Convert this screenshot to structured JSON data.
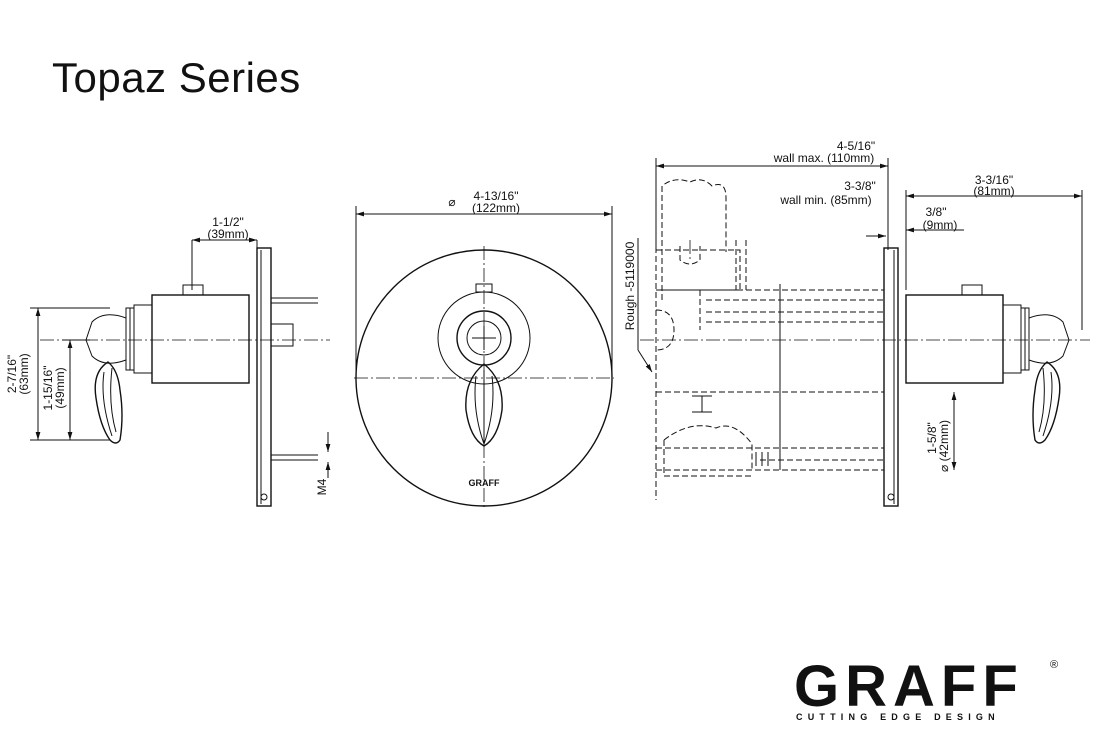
{
  "title": "Topaz Series",
  "dimensions": {
    "side_top_width": "1-1/2\"",
    "side_top_width_mm": "(39mm)",
    "side_total_height": "2-7/16\"",
    "side_total_height_mm": "(63mm)",
    "side_lower_height": "1-15/16\"",
    "side_lower_height_mm": "(49mm)",
    "thread": "M4",
    "front_diameter_symbol": "⌀",
    "front_diameter": "4-13/16\"",
    "front_diameter_mm": "(122mm)",
    "rough_label": "Rough -5119000",
    "wall_max": "4-5/16\"",
    "wall_max_label": "wall max. (110mm)",
    "wall_min": "3-3/8\"",
    "wall_min_label": "wall min. (85mm)",
    "right_depth": "3-3/16\"",
    "right_depth_mm": "(81mm)",
    "plate_thickness": "3/8\"",
    "plate_thickness_mm": "(9mm)",
    "rough_diameter": "1-5/8\"",
    "rough_diameter_mm": "⌀ (42mm)"
  },
  "plate_mark": "GRAFF",
  "logo": {
    "word": "GRAFF",
    "registered": "®",
    "tagline": "CUTTING EDGE DESIGN"
  }
}
